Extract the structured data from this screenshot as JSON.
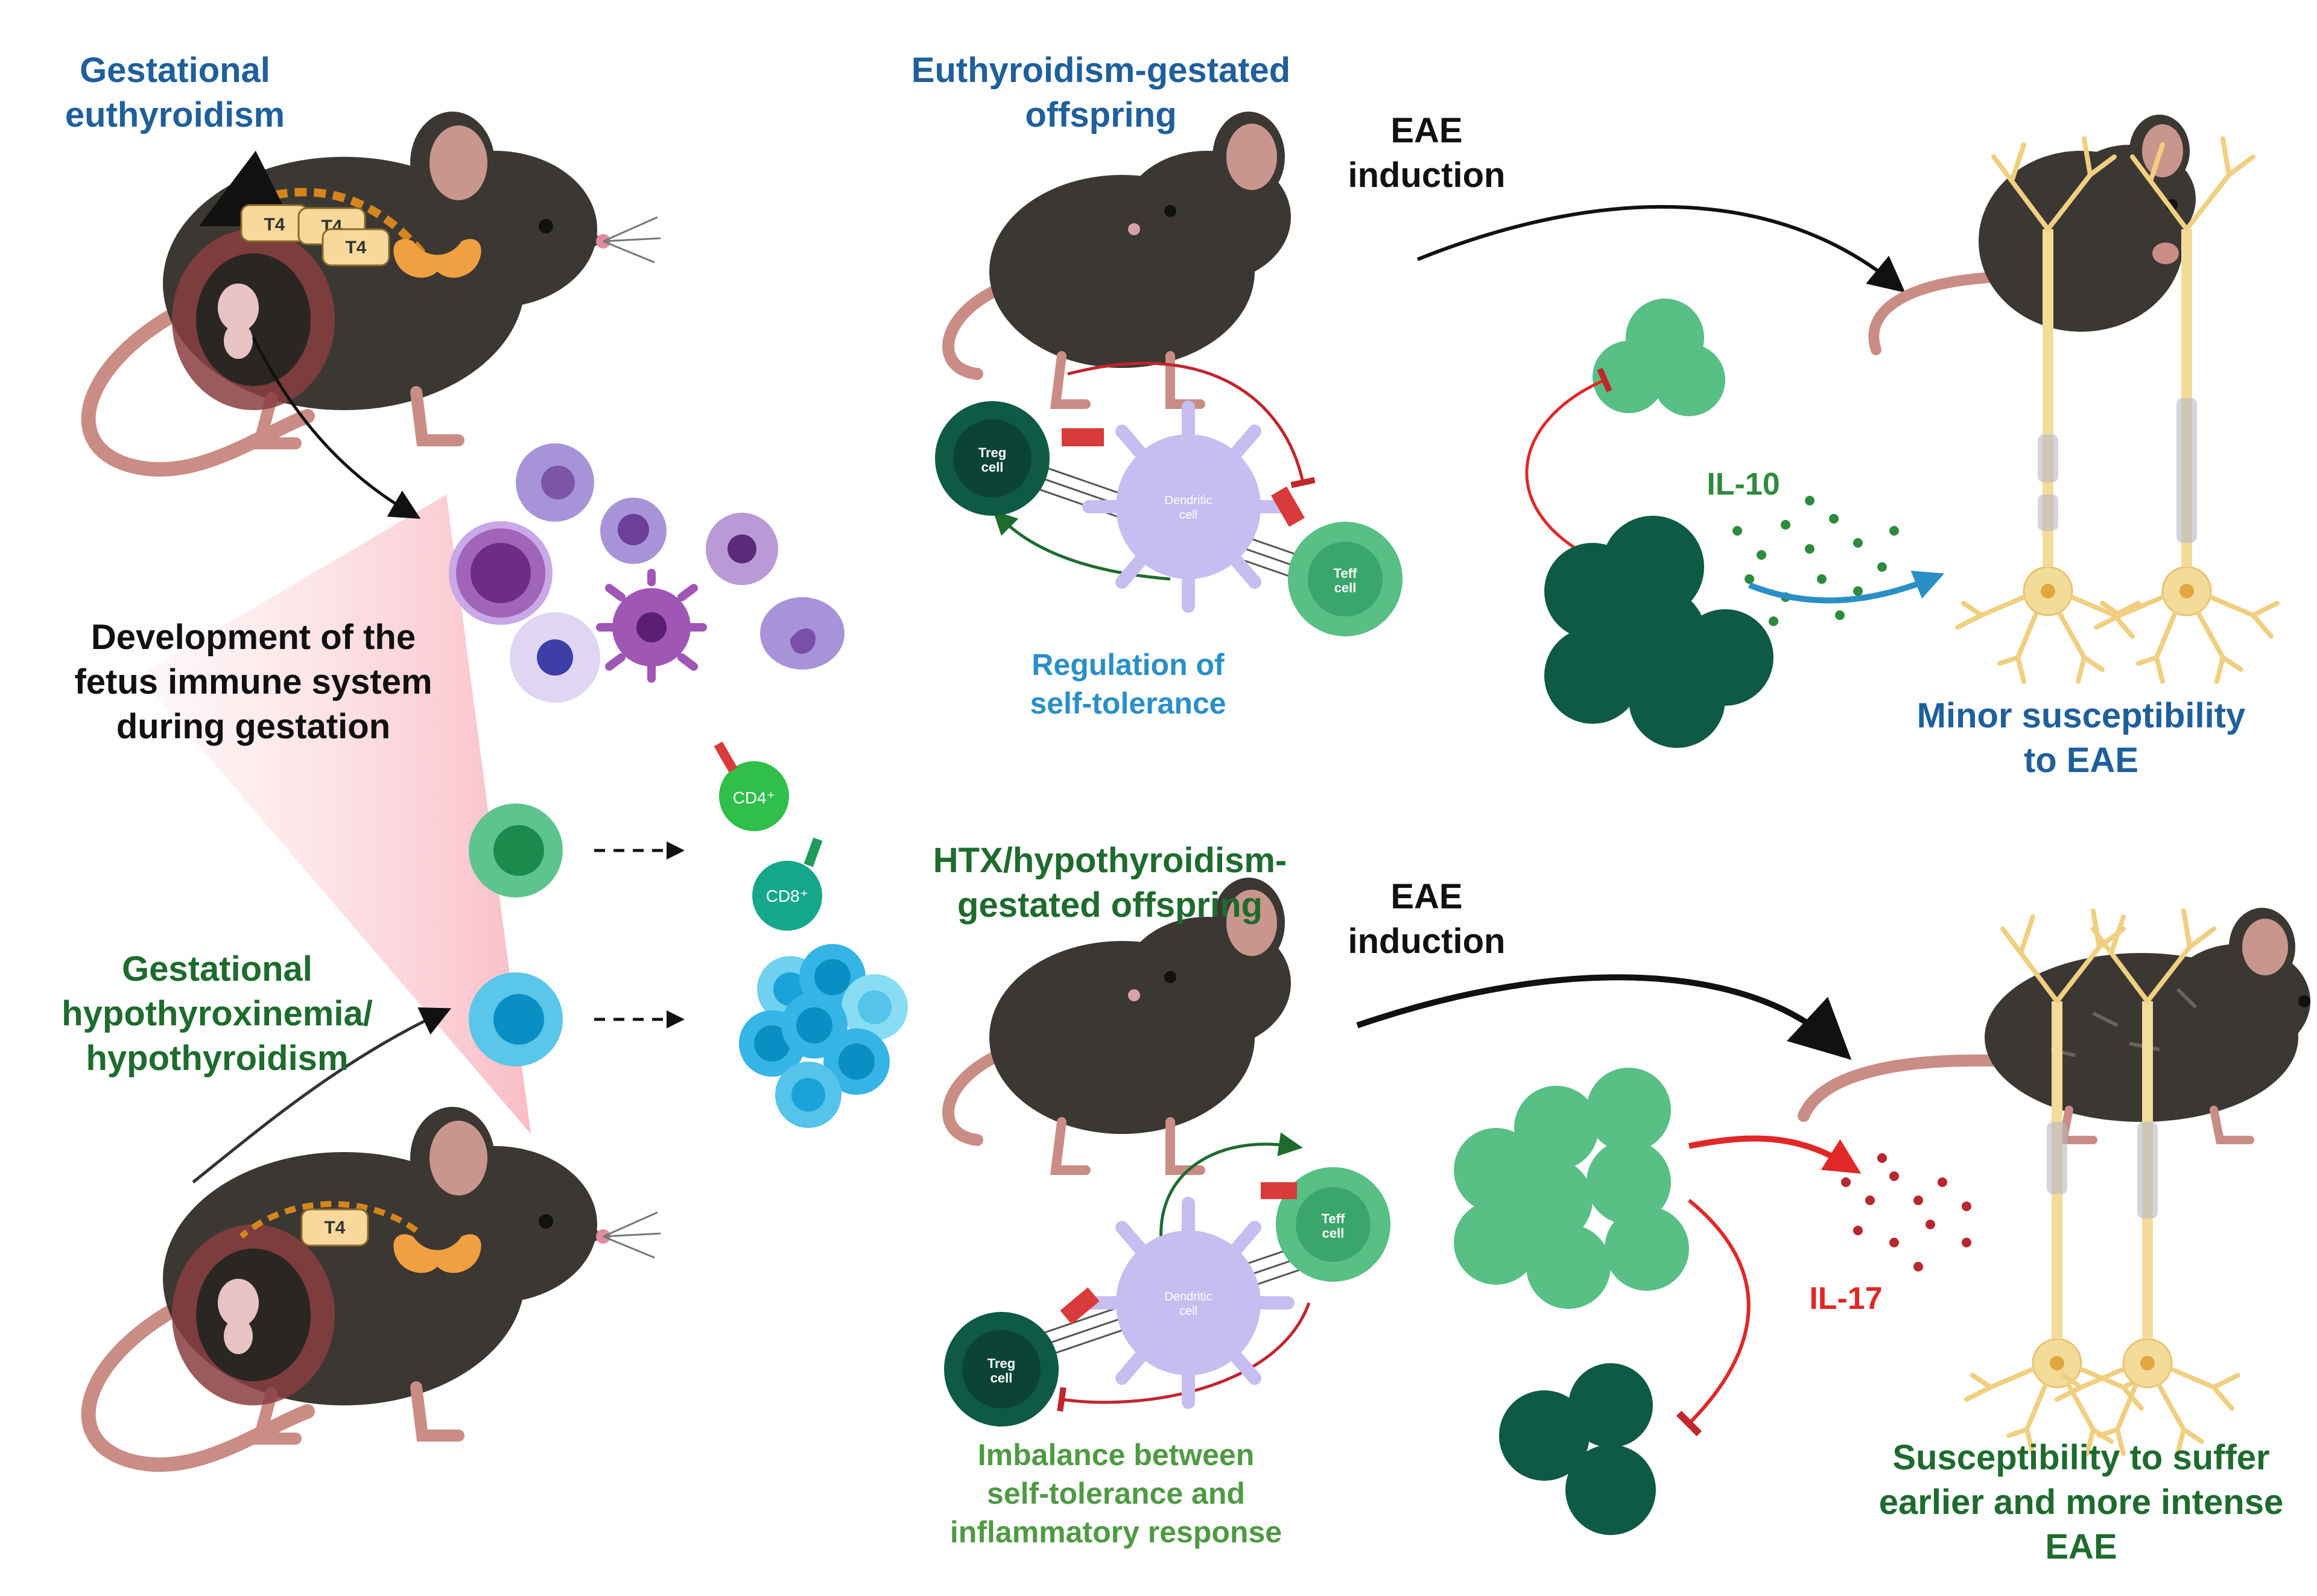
{
  "colors": {
    "blue_label": "#1f5f9b",
    "green_label": "#1e6b2e",
    "cyan_label": "#2a8fc6",
    "light_green_label": "#4f9a43",
    "red_label": "#e02828",
    "black": "#111111",
    "mouse_body": "#3b3733",
    "mouse_ear": "#c9968d",
    "tail": "#c98d86",
    "treg": "#0f5a45",
    "teff": "#58bf85",
    "dendritic": "#c7bdf0",
    "neuron": "#f3dc9a",
    "il10_dots": "#2e8b3d",
    "il17_dots": "#b8282e"
  },
  "labels": {
    "gestational_euthyroidism": [
      "Gestational",
      "euthyroidism"
    ],
    "gestational_hypo": [
      "Gestational",
      "hypothyroxinemia/",
      "hypothyroidism"
    ],
    "development": [
      "Development of the",
      "fetus immune system",
      "during gestation"
    ],
    "euthyroid_offspring": [
      "Euthyroidism-gestated",
      "offspring"
    ],
    "htx_offspring": [
      "HTX/hypothyroidism-",
      "gestated offspring"
    ],
    "eae_induction_top": [
      "EAE",
      "induction"
    ],
    "eae_induction_bottom": [
      "EAE",
      "induction"
    ],
    "regulation": [
      "Regulation of",
      "self-tolerance"
    ],
    "imbalance": [
      "Imbalance between",
      "self-tolerance and",
      "inflammatory response"
    ],
    "il10": "IL-10",
    "il17": "IL-17",
    "minor_susceptibility": [
      "Minor susceptibility",
      "to EAE"
    ],
    "susceptibility": [
      "Susceptibility to suffer",
      "earlier and more intense",
      "EAE"
    ]
  },
  "hormones": {
    "t4_a": "T4",
    "t4_b": "T4",
    "t4_c": "T4",
    "t4_d": "T4"
  },
  "cells": {
    "cd4": "CD4⁺",
    "cd8": "CD8⁺",
    "treg_line1": "Treg",
    "treg_line2": "cell",
    "teff_line1": "Teff",
    "teff_line2": "cell",
    "dendritic_line1": "Dendritic",
    "dendritic_line2": "cell"
  }
}
